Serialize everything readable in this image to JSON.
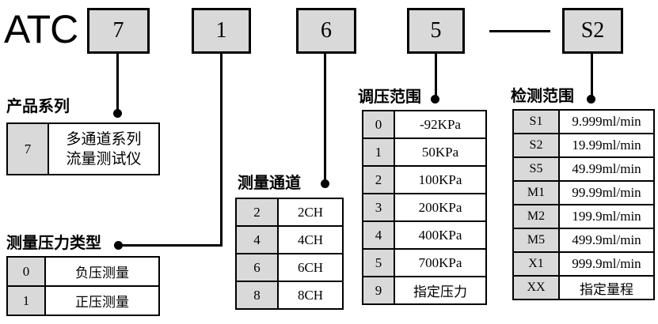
{
  "brand": "ATC",
  "code": {
    "boxes": [
      "7",
      "1",
      "6",
      "5",
      "S2"
    ],
    "separator": "—"
  },
  "colors": {
    "box_fill": "#d9d9d9",
    "line": "#000000",
    "background": "#ffffff"
  },
  "sections": {
    "product_series": {
      "title": "产品系列",
      "rows": [
        {
          "code": "7",
          "value": "多通道系列\n流量测试仪"
        }
      ]
    },
    "pressure_type": {
      "title": "测量压力类型",
      "rows": [
        {
          "code": "0",
          "value": "负压测量"
        },
        {
          "code": "1",
          "value": "正压测量"
        }
      ]
    },
    "channels": {
      "title": "测量通道",
      "rows": [
        {
          "code": "2",
          "value": "2CH"
        },
        {
          "code": "4",
          "value": "4CH"
        },
        {
          "code": "6",
          "value": "6CH"
        },
        {
          "code": "8",
          "value": "8CH"
        }
      ]
    },
    "regulation_range": {
      "title": "调压范围",
      "rows": [
        {
          "code": "0",
          "value": "-92KPa"
        },
        {
          "code": "1",
          "value": "50KPa"
        },
        {
          "code": "2",
          "value": "100KPa"
        },
        {
          "code": "3",
          "value": "200KPa"
        },
        {
          "code": "4",
          "value": "400KPa"
        },
        {
          "code": "5",
          "value": "700KPa"
        },
        {
          "code": "9",
          "value": "指定压力"
        }
      ]
    },
    "detection_range": {
      "title": "检测范围",
      "rows": [
        {
          "code": "S1",
          "value": "9.999ml/min"
        },
        {
          "code": "S2",
          "value": "19.99ml/min"
        },
        {
          "code": "S5",
          "value": "49.99ml/min"
        },
        {
          "code": "M1",
          "value": "99.99ml/min"
        },
        {
          "code": "M2",
          "value": "199.9ml/min"
        },
        {
          "code": "M5",
          "value": "499.9ml/min"
        },
        {
          "code": "X1",
          "value": "999.9ml/min"
        },
        {
          "code": "XX",
          "value": "指定量程"
        }
      ]
    }
  }
}
